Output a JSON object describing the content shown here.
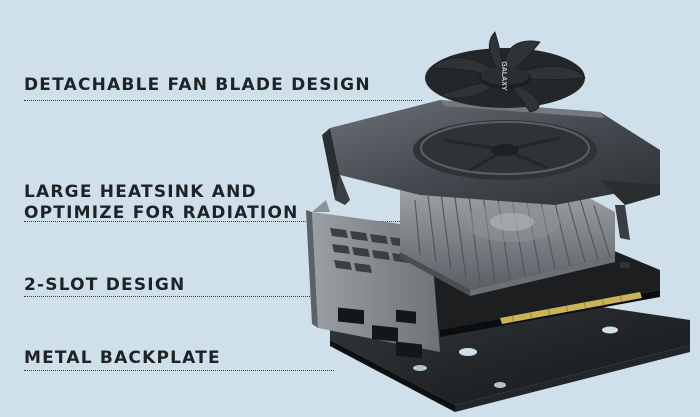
{
  "features": [
    {
      "id": "fan",
      "label": "DETACHABLE FAN BLADE DESIGN"
    },
    {
      "id": "heatsink",
      "line1": "LARGE HEATSINK AND",
      "line2": "OPTIMIZE FOR RADIATION"
    },
    {
      "id": "slot",
      "label": "2-SLOT DESIGN"
    },
    {
      "id": "backplate",
      "label": "METAL BACKPLATE"
    }
  ],
  "fan_brand_text": "GALAXY",
  "colors": {
    "background": "#cfe0ea",
    "label_text": "#1f2326",
    "metal_dark": "#2b2e31",
    "shroud": "#4a4f55",
    "heatsink": "#7b8086",
    "pcb": "#1a1c1e",
    "gold_contacts": "#c9b45a"
  }
}
